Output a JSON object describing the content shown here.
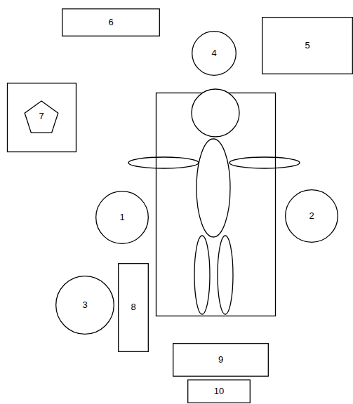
{
  "diagram": {
    "nodes": [
      {
        "text": [
          "6"
        ]
      },
      {
        "text": [
          "4"
        ]
      },
      {
        "text": [
          "5"
        ]
      },
      {
        "text": [
          "7"
        ]
      },
      {
        "text": [
          "1"
        ]
      },
      {
        "text": [
          "2"
        ]
      },
      {
        "text": [
          "3"
        ]
      },
      {
        "text": [
          "8"
        ]
      },
      {
        "text": [
          "9"
        ]
      },
      {
        "text": [
          "10"
        ]
      }
    ]
  }
}
